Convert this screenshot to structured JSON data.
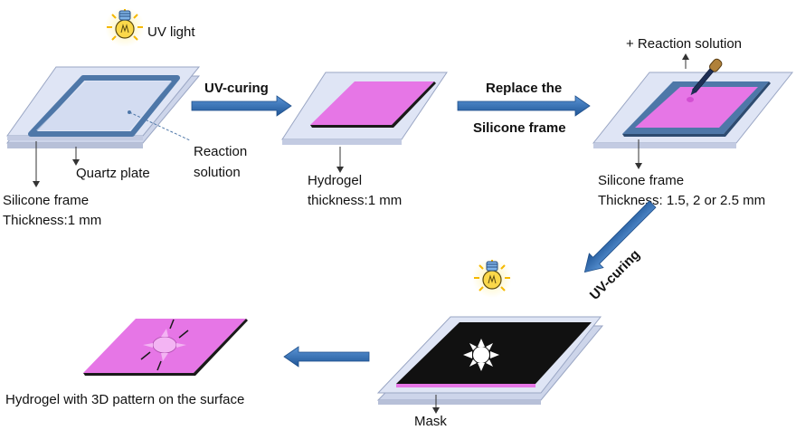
{
  "labels": {
    "uv_light_1": "UV light",
    "reaction_solution_1": "Reaction",
    "reaction_solution_2": "solution",
    "quartz_plate": "Quartz plate",
    "silicone_frame_1": "Silicone frame",
    "silicone_thickness_1": "Thickness:1 mm",
    "uv_curing_1": "UV-curing",
    "hydrogel_1": "Hydrogel",
    "hydrogel_thickness": "thickness:1 mm",
    "replace_1": "Replace the",
    "replace_2": "Silicone frame",
    "plus_reaction_solution": "+ Reaction solution",
    "silicone_frame_2": "Silicone frame",
    "silicone_thickness_2": "Thickness: 1.5, 2 or 2.5 mm",
    "uv_curing_2": "UV-curing",
    "mask": "Mask",
    "hydrogel_3d": "Hydrogel with 3D pattern on the surface"
  },
  "colors": {
    "glass": "#d6ddf0",
    "glass_edge": "#9aa6c4",
    "frame": "#4e77a8",
    "hydrogel": "#e676e6",
    "hydrogel_edge": "#1a1a1a",
    "mask": "#111111",
    "arrow": "#2f6fb8",
    "bulb": "#f5c518"
  },
  "icons": [
    "uv-bulb-icon",
    "dropper-icon"
  ]
}
